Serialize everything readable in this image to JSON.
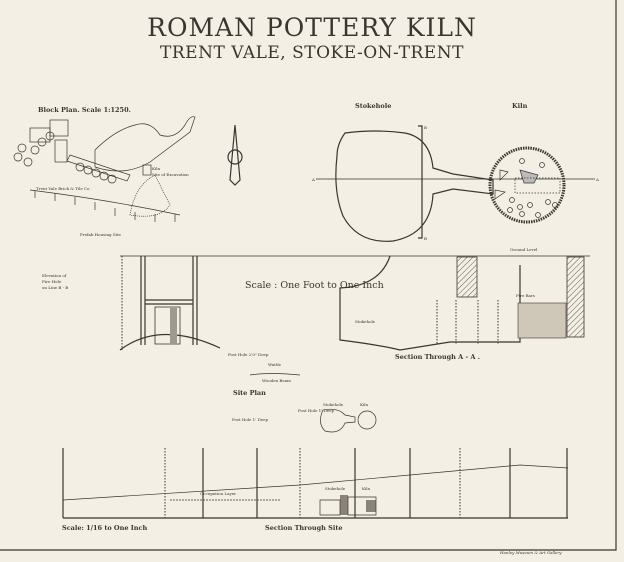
{
  "title": "ROMAN POTTERY KILN",
  "subtitle": "TRENT VALE, STOKE-ON-TRENT",
  "block_plan": {
    "label": "Block Plan. Scale 1:1250.",
    "kiln": "Kiln",
    "site_of_excavation": "Site of Excavation",
    "brick_tile": "Trent Vale Brick & Tile Co",
    "housing": "Prefab Housing Site"
  },
  "plan": {
    "stokehole": "Stokehole",
    "kiln": "Kiln",
    "section_a": "A",
    "section_a_left": "A",
    "section_b_top": "B",
    "section_b_bottom": "B"
  },
  "elevation": {
    "label_line1": "Elevation of",
    "label_line2": "Fire Hole",
    "label_line3": "on Line B - B",
    "scale": "Scale : One Foot to One Inch",
    "ground_level": "Ground Level",
    "stokehole": "Stokehole",
    "fire_bars": "Fire Bars",
    "section_aa": "Section Through A - A ."
  },
  "site_plan": {
    "label": "Site Plan",
    "post_hole_1": "Post Hole 2'0\" Deep",
    "wattle": "Wattle",
    "wooden_beam": "Wooden Beam",
    "post_hole_2": "Post Hole 1' Deep",
    "post_hole_3": "Post Hole 1' Deep",
    "stokehole": "Stokehole",
    "kiln": "Kiln"
  },
  "site_section": {
    "scale": "Scale: 1/16 to One Inch",
    "label": "Section Through Site",
    "occupation_layer": "Occupation Layer",
    "stokehole": "Stokehole",
    "kiln": "Kiln"
  },
  "credit": "Hanley Museum & Art Gallery",
  "colors": {
    "paper": "#f4efe4",
    "ink": "#3a3530"
  }
}
